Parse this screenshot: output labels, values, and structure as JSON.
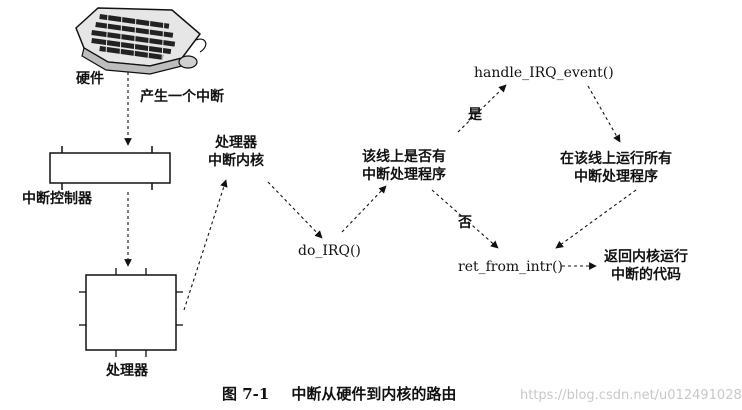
{
  "nodes": {
    "hardware": "硬件",
    "generate_interrupt": "产生一个中断",
    "interrupt_controller": "中断控制器",
    "processor": "处理器",
    "processor_interrupt_kernel_line1": "处理器",
    "processor_interrupt_kernel_line2": "中断内核",
    "do_irq": "do_IRQ()",
    "has_handler_line1": "该线上是否有",
    "has_handler_line2": "中断处理程序",
    "handle_irq_event": "handle_IRQ_event()",
    "run_all_line1": "在该线上运行所有",
    "run_all_line2": "中断处理程序",
    "ret_from_intr": "ret_from_intr()",
    "return_line1": "返回内核运行",
    "return_line2": "中断的代码"
  },
  "edges": {
    "yes": "是",
    "no": "否"
  },
  "caption": {
    "number": "图 7-1",
    "title": "中断从硬件到内核的路由"
  },
  "watermark": "https://blog.csdn.net/u012491028",
  "colors": {
    "line": "#111111",
    "background": "#ffffff",
    "watermark": "#c8c8c8"
  }
}
